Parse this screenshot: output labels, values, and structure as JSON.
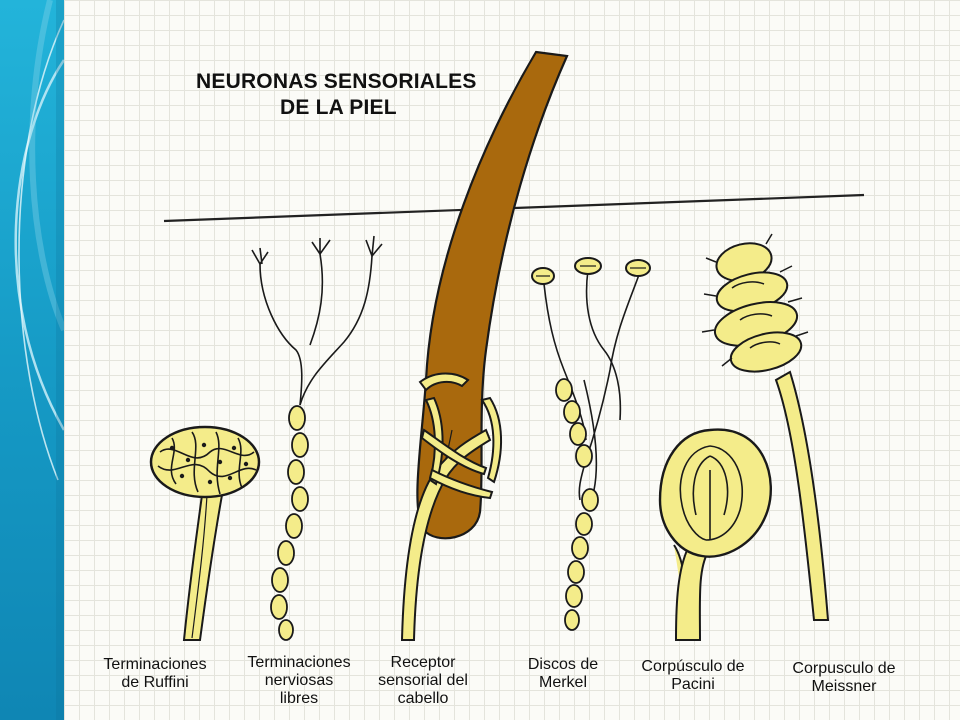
{
  "title": {
    "line1": "NEURONAS SENSORIALES",
    "line2": "DE LA PIEL"
  },
  "colors": {
    "nerve_yellow": "#f4ec8a",
    "hair_brown": "#a9690d",
    "outline": "#1a1a1a",
    "slide_blue": "#1aa8cf"
  },
  "receptors": [
    {
      "id": "ruffini",
      "lines": [
        "Terminaciones",
        "de Ruffini"
      ]
    },
    {
      "id": "libres",
      "lines": [
        "Terminaciones",
        "nerviosas",
        "libres"
      ]
    },
    {
      "id": "cabello",
      "lines": [
        "Receptor",
        "sensorial del",
        "cabello"
      ]
    },
    {
      "id": "merkel",
      "lines": [
        "Discos de",
        "Merkel"
      ]
    },
    {
      "id": "pacini",
      "lines": [
        "Corpúsculo de",
        "Pacini"
      ]
    },
    {
      "id": "meissner",
      "lines": [
        "Corpusculo de",
        "Meissner"
      ]
    }
  ]
}
